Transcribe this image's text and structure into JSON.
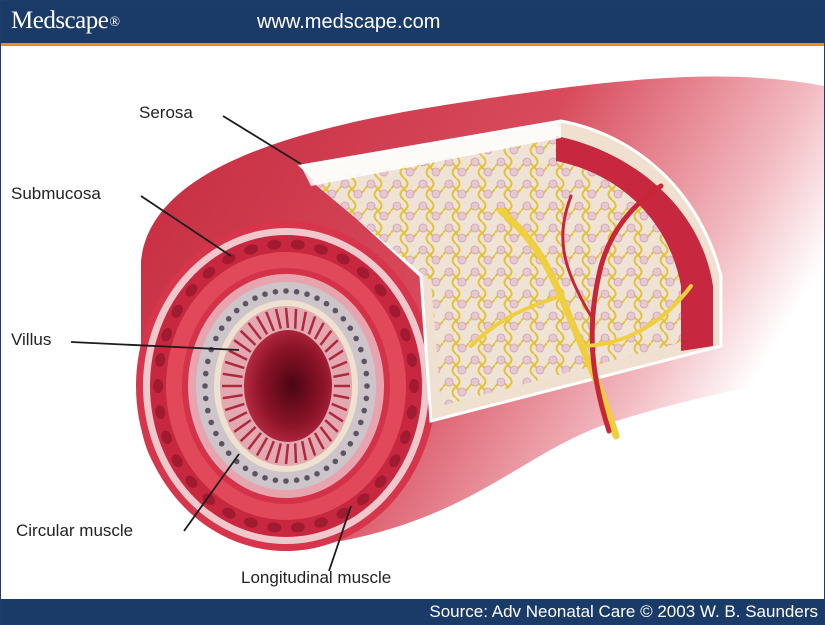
{
  "header": {
    "brand": "Medscape",
    "brand_mark": "®",
    "url": "www.medscape.com"
  },
  "diagram": {
    "labels": {
      "serosa": "Serosa",
      "submucosa": "Submucosa",
      "villus": "Villus",
      "circular_muscle": "Circular muscle",
      "longitudinal_muscle": "Longitudinal muscle"
    }
  },
  "footer": {
    "source": "Source: Adv Neonatal Care © 2003 W. B. Saunders"
  },
  "colors": {
    "header_bg": "#1a3a68",
    "header_rule": "#f08a1c",
    "tissue_red": "#c8283c",
    "tissue_pink": "#e8a0a8",
    "vessel_yellow": "#f2d24a"
  }
}
